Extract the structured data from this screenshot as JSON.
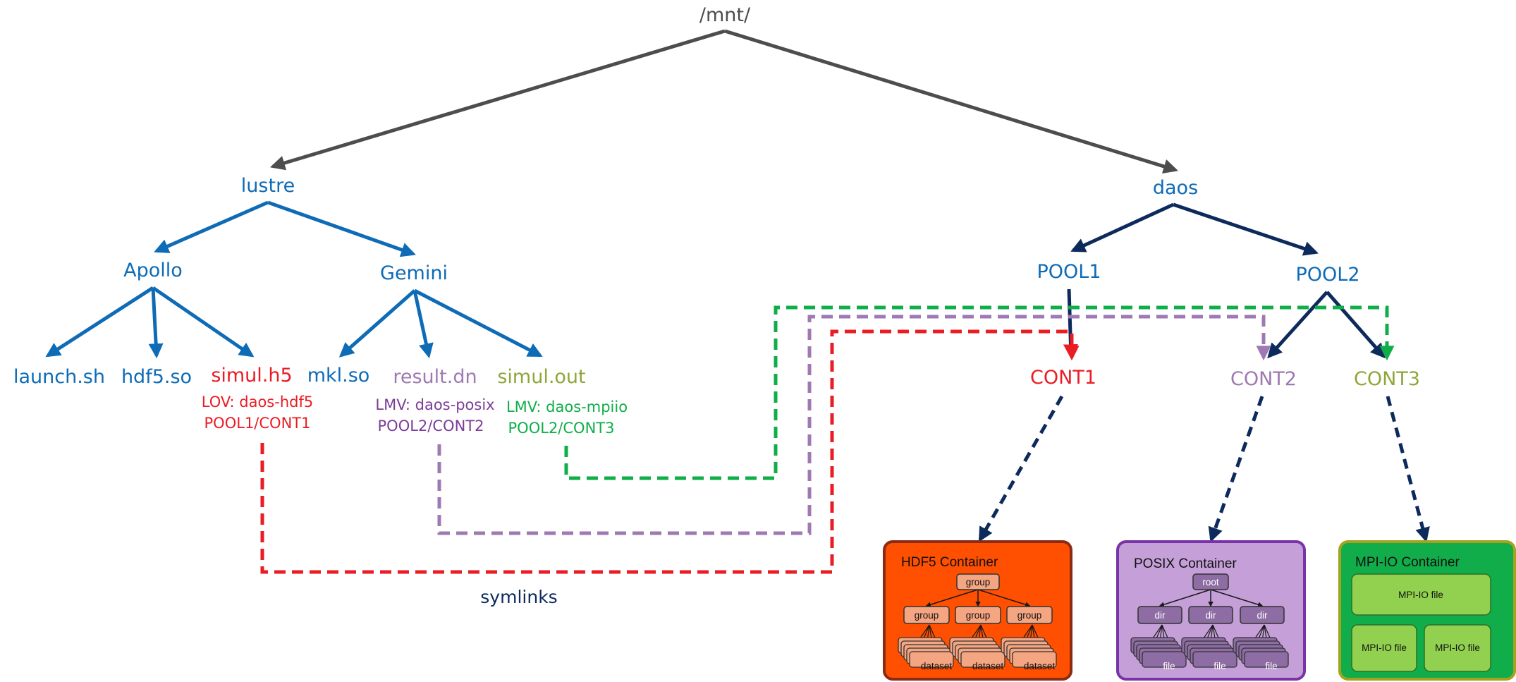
{
  "colors": {
    "gray": "#4d4d4d",
    "blue": "#0e6bb6",
    "navy": "#0d2a5c",
    "red": "#ea1c24",
    "purple": "#7c3c99",
    "lavender": "#9e79b2",
    "olive": "#8ea63a",
    "green": "#0fae49",
    "hdf5_fill": "#ff4f01",
    "hdf5_border": "#8c2b15",
    "posix_fill": "#c59fd7",
    "posix_border": "#7a33a6",
    "mpiio_fill": "#11ad4a",
    "mpiio_border": "#a5a31e"
  },
  "tree": {
    "root": "/mnt/",
    "lustre": "lustre",
    "daos": "daos",
    "apollo": "Apollo",
    "gemini": "Gemini",
    "launch": "launch.sh",
    "hdf5so": "hdf5.so",
    "simulh5": "simul.h5",
    "mklso": "mkl.so",
    "resultdn": "result.dn",
    "simulout": "simul.out",
    "pool1": "POOL1",
    "pool2": "POOL2",
    "cont1": "CONT1",
    "cont2": "CONT2",
    "cont3": "CONT3"
  },
  "annotations": {
    "simulh5_line1": "LOV: daos-hdf5",
    "simulh5_line2": "POOL1/CONT1",
    "resultdn_line1": "LMV: daos-posix",
    "resultdn_line2": "POOL2/CONT2",
    "simulout_line1": "LMV: daos-mpiio",
    "simulout_line2": "POOL2/CONT3",
    "symlinks": "symlinks"
  },
  "hdf5": {
    "title": "HDF5 Container",
    "root": "group",
    "children": [
      "group",
      "group",
      "group"
    ],
    "leaf": "dataset"
  },
  "posix": {
    "title": "POSIX Container",
    "root": "root",
    "children": [
      "dir",
      "dir",
      "dir"
    ],
    "leaf": "file"
  },
  "mpiio": {
    "title": "MPI-IO Container",
    "files": [
      "MPI-IO file",
      "MPI-IO file",
      "MPI-IO file"
    ]
  }
}
